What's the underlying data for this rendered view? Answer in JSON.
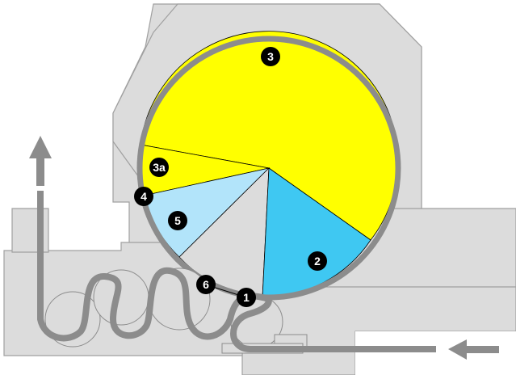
{
  "colors": {
    "background": "#ffffff",
    "housing": "#dcdcdc",
    "housing_stroke": "#a0a0a0",
    "belt": "#8c8c8c",
    "drum_ring": "#8c8c8c",
    "sector_yellow": "#ffff00",
    "sector_blue": "#3fc8f2",
    "sector_light_blue": "#b2e4fa",
    "sector_grey": "#dcdcdc",
    "marker_fill": "#000000",
    "marker_text": "#ffffff"
  },
  "arrows": {
    "output": "up-arrow-icon",
    "input": "left-arrow-icon"
  },
  "markers": [
    {
      "id": "m3",
      "label": "3"
    },
    {
      "id": "m3a",
      "label": "3a"
    },
    {
      "id": "m4",
      "label": "4"
    },
    {
      "id": "m5",
      "label": "5"
    },
    {
      "id": "m2",
      "label": "2"
    },
    {
      "id": "m6",
      "label": "6"
    },
    {
      "id": "m1",
      "label": "1"
    }
  ]
}
